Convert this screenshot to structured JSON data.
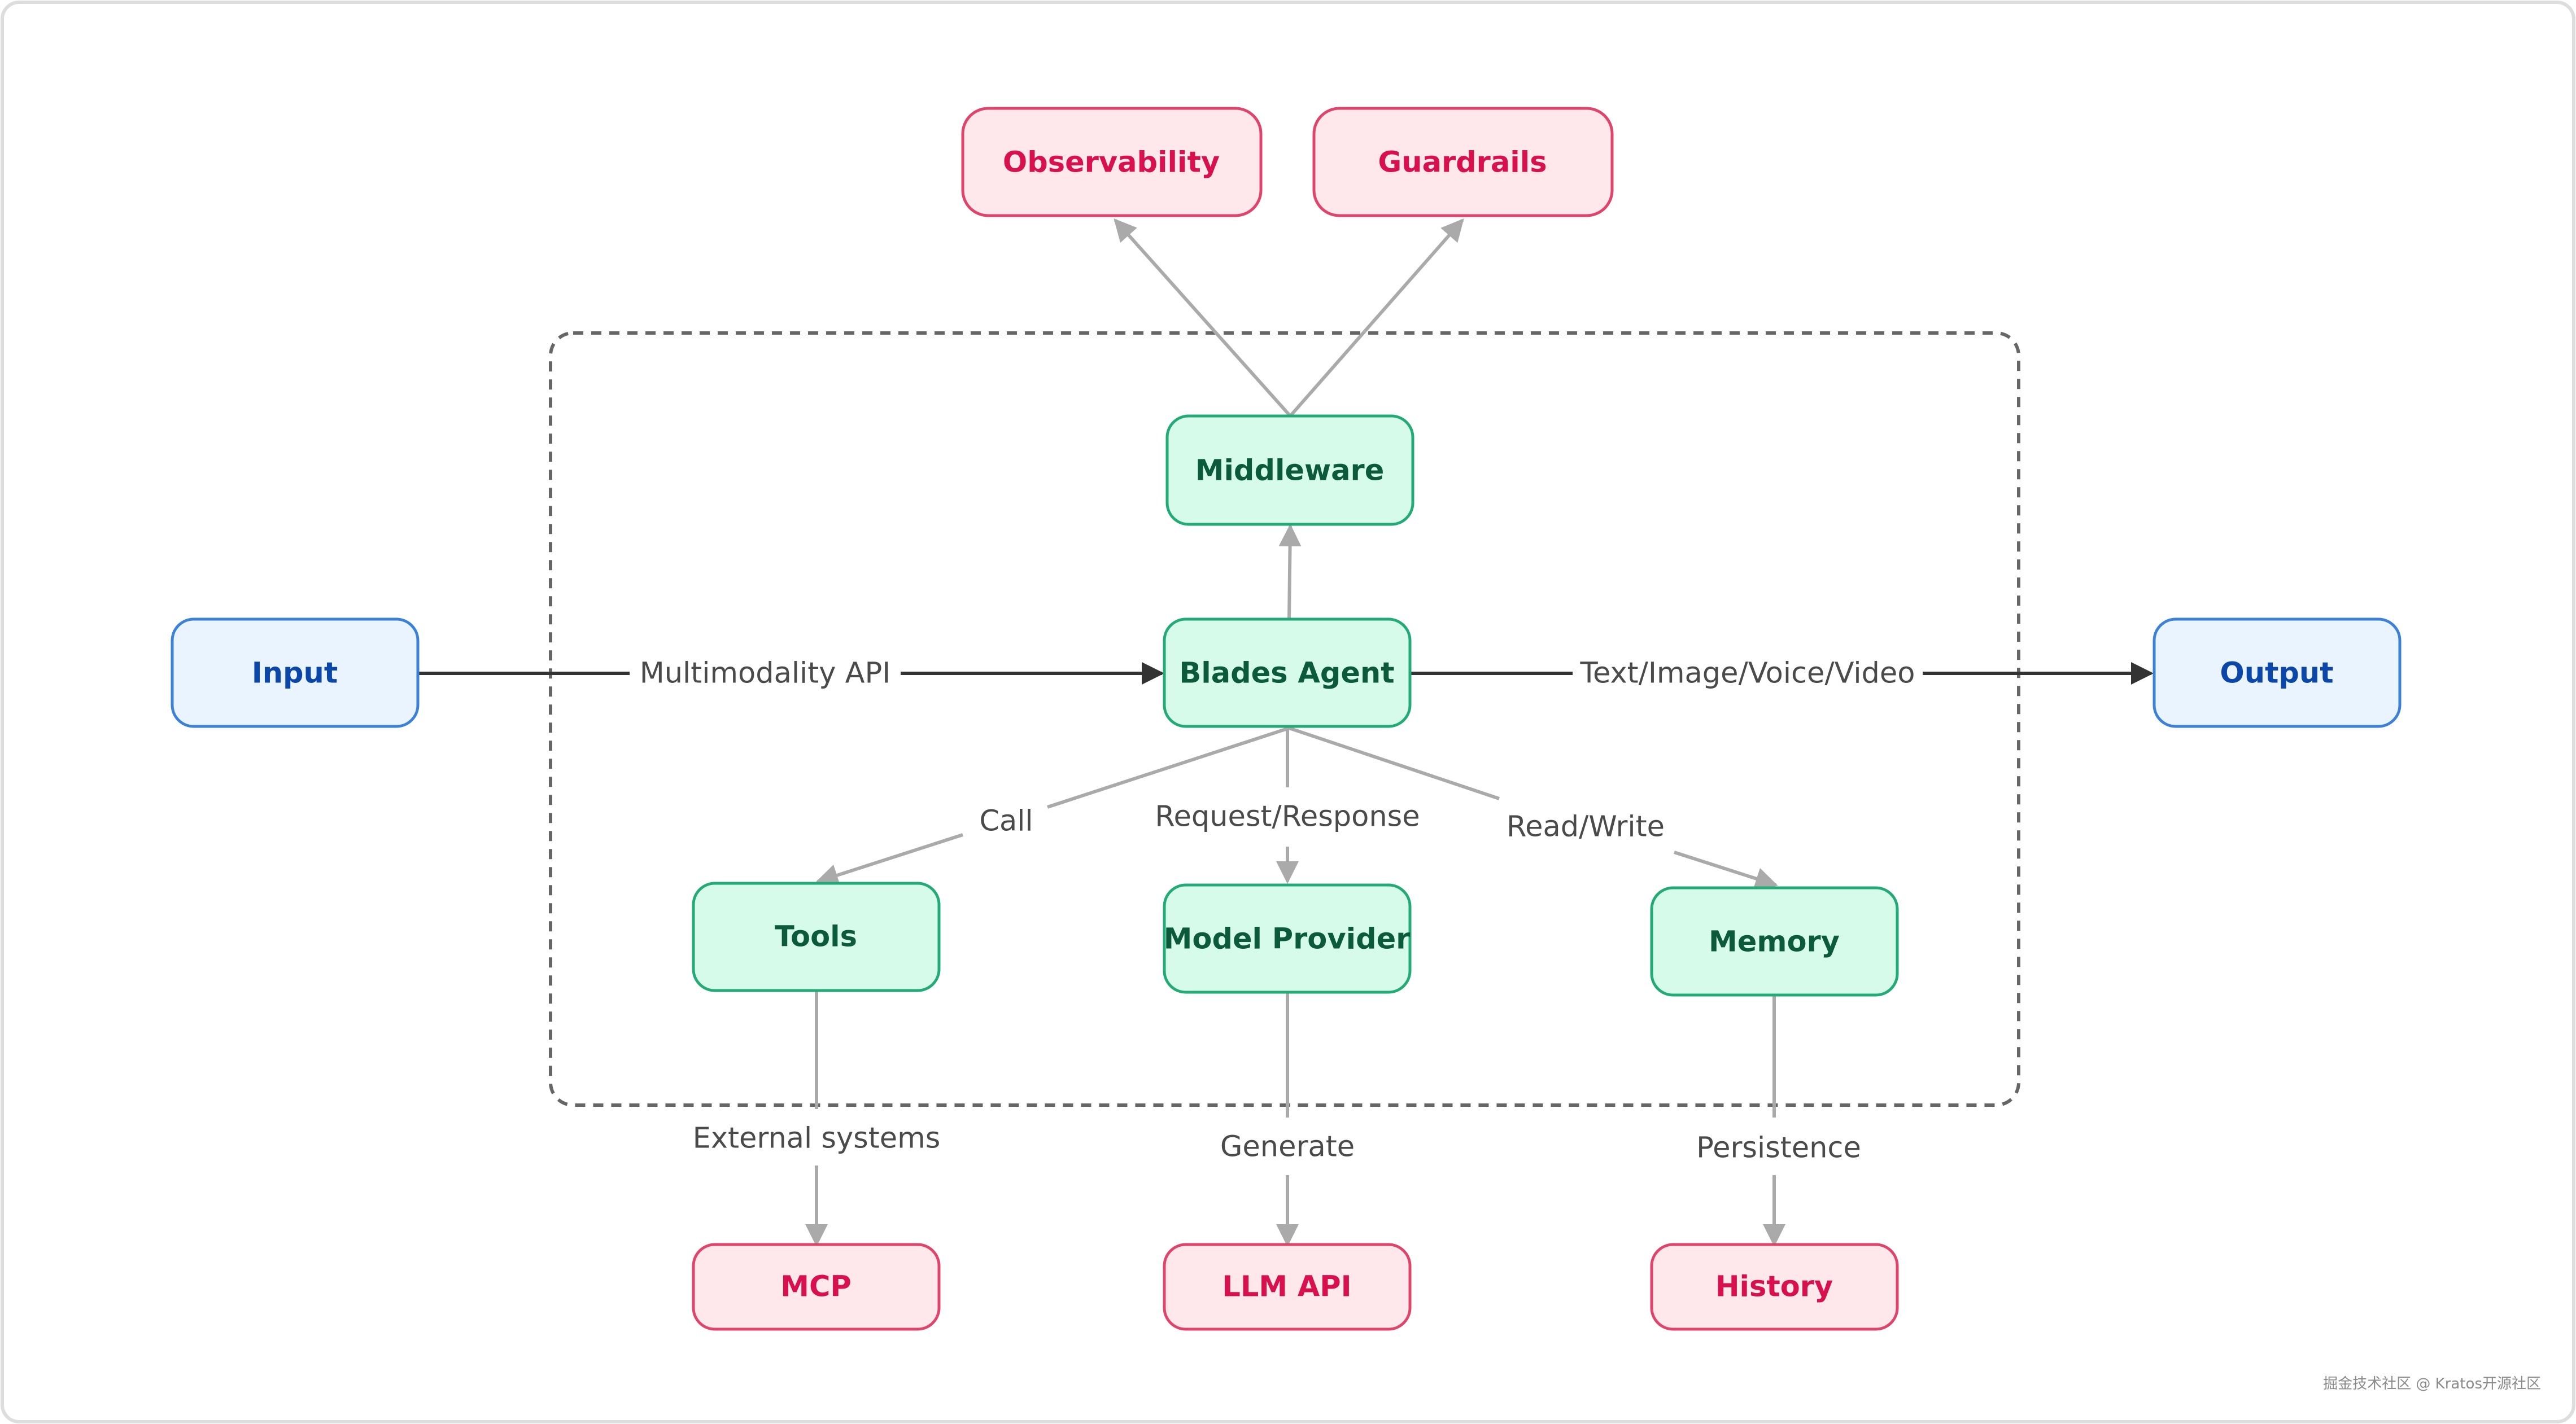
{
  "colors": {
    "blue_fill": "#eaf4fe",
    "blue_stroke": "#3b82d6",
    "blue_text": "#0a47a8",
    "green_fill": "#d6fbea",
    "green_stroke": "#22aa77",
    "green_text": "#0c5a3c",
    "red_fill": "#ffe8ec",
    "red_stroke": "#e0446a",
    "red_text": "#d8104e",
    "edge_gray": "#aaaaaa",
    "edge_dark": "#333333"
  },
  "nodes": {
    "input": "Input",
    "output": "Output",
    "blades_agent": "Blades Agent",
    "middleware": "Middleware",
    "observability": "Observability",
    "guardrails": "Guardrails",
    "tools": "Tools",
    "model_provider": "Model Provider",
    "memory": "Memory",
    "mcp": "MCP",
    "llm_api": "LLM API",
    "history": "History"
  },
  "edges": {
    "multimodality_api": "Multimodality API",
    "output_types": "Text/Image/Voice/Video",
    "call": "Call",
    "request_response": "Request/Response",
    "read_write": "Read/Write",
    "external_systems": "External systems",
    "generate": "Generate",
    "persistence": "Persistence"
  },
  "watermark": "掘金技术社区 @ Kratos开源社区"
}
